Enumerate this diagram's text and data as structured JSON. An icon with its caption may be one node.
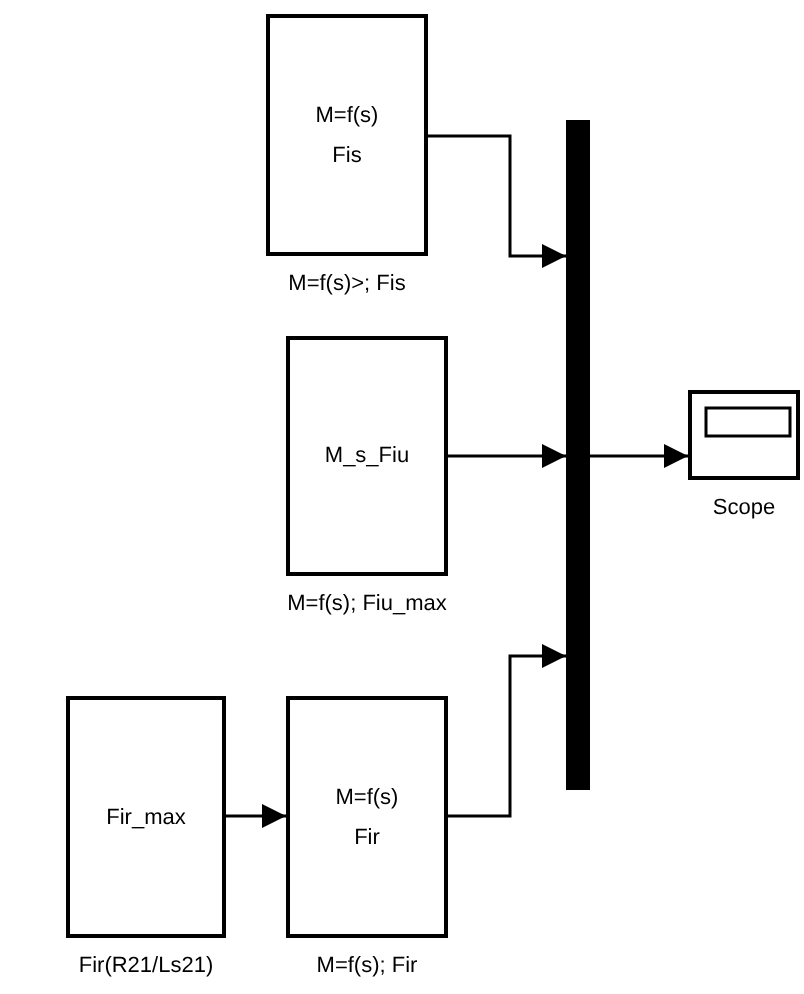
{
  "diagram": {
    "nodes": [
      {
        "text": [
          "M=f(s)",
          "Fis"
        ],
        "beside": [
          "M=f(s)>; Fis"
        ]
      },
      {
        "text": [
          "M_s_Fiu"
        ],
        "beside": [
          "M=f(s); Fiu_max"
        ]
      },
      {
        "text": [
          "Fir_max"
        ],
        "beside": [
          "Fir(R21/Ls21)"
        ]
      },
      {
        "text": [
          "M=f(s)",
          "Fir"
        ],
        "beside": [
          "M=f(s); Fir"
        ]
      },
      {
        "text": [],
        "shape": "bar"
      },
      {
        "text": [],
        "shape": "box",
        "beside": [
          "Scope"
        ]
      }
    ],
    "edges": [
      {
        "from": 0,
        "to": 4,
        "arrow": "to"
      },
      {
        "from": 1,
        "to": 4,
        "arrow": "to"
      },
      {
        "from": 3,
        "to": 4,
        "arrow": "to"
      },
      {
        "from": 2,
        "to": 3,
        "arrow": "to"
      },
      {
        "from": 4,
        "to": 5,
        "arrow": "to"
      }
    ]
  }
}
